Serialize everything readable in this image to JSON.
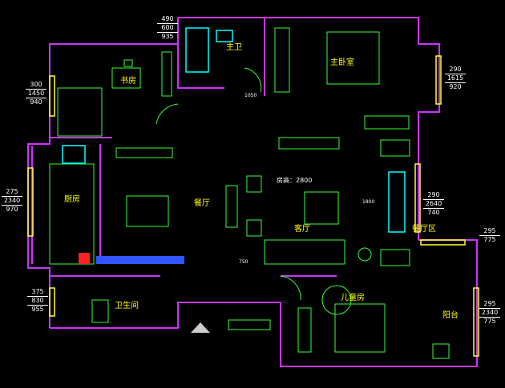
{
  "app": {
    "title": "",
    "colors": {
      "background": "#000000",
      "wall": "#cc33ff",
      "window": "#ffff33",
      "furniture": "#33ff33",
      "fixture": "#00ffff",
      "text": "#ffff00",
      "dimension": "#ffffff",
      "blue_fixture": "#3355ff",
      "red_fixture": "#ff2222"
    }
  },
  "rooms": {
    "study": "书房",
    "kitchen": "厨房",
    "master_bedroom": "主卧室",
    "master_bath": "主卫",
    "restaurant": "餐厅",
    "living": "客厅",
    "bathroom": "卫生间",
    "kids_room": "儿童房",
    "balcony": "阳台",
    "dining_area": "餐厅区"
  },
  "notes": {
    "ceiling_height": "房高：2800",
    "small_a": "1050",
    "small_b": "750",
    "small_c": "1800"
  },
  "dimensions": {
    "top_bath_window": [
      "490",
      "600",
      "935"
    ],
    "study_window": [
      "300",
      "1450",
      "940"
    ],
    "master_window": [
      "290",
      "1615",
      "920"
    ],
    "kitchen_window": [
      "275",
      "2340",
      "970"
    ],
    "living_window": [
      "290",
      "2640",
      "740"
    ],
    "wc_window": [
      "375",
      "830",
      "955"
    ],
    "balcony_top": [
      "295",
      "775"
    ],
    "balcony_window": [
      "295",
      "2340",
      "775"
    ]
  },
  "icons": {
    "north_arrow": "north-arrow-icon"
  }
}
